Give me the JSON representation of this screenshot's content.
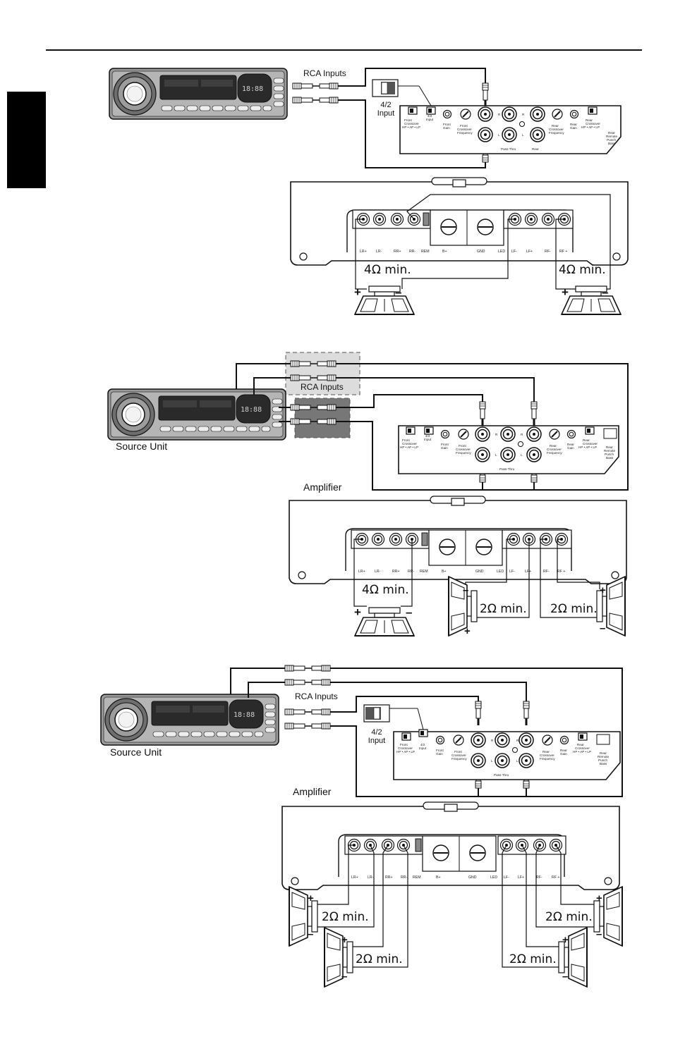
{
  "labels": {
    "rca_inputs": "RCA Inputs",
    "input_42_line1": "4/2",
    "input_42_line2": "Input",
    "source_unit": "Source Unit",
    "amplifier": "Amplifier",
    "min_4ohm": "4Ω min.",
    "min_2ohm": "2Ω min."
  },
  "amp_panel": {
    "front_crossover": [
      "Front",
      "Crossover",
      "HP • AP • LP"
    ],
    "input_switch": [
      "4/2",
      "Input"
    ],
    "front_gain": [
      "Front",
      "Gain"
    ],
    "front_crossover_freq": [
      "Front",
      "Crossover",
      "Frequency"
    ],
    "rear_crossover_freq": [
      "Rear",
      "Crossover",
      "Frequency"
    ],
    "rear_gain": [
      "Rear",
      "Gain"
    ],
    "rear_crossover": [
      "Rear",
      "Crossover",
      "HP • AP • LP"
    ],
    "remote_punch": [
      "Rear",
      "Remote",
      "Punch",
      "Bass"
    ],
    "pass_thru": "Pass-Thru",
    "rear": "Rear",
    "r": "R",
    "l": "L"
  },
  "terminals": [
    "LR+",
    "LR-",
    "RR+",
    "RR-",
    "REM",
    "B+",
    "GND",
    "LED",
    "LF-",
    "LF+",
    "RF-",
    "RF +"
  ],
  "polarity": {
    "plus": "+",
    "minus": "–"
  },
  "diagrams": [
    {
      "id": "bridged-4ch",
      "speakers": 2,
      "impedance": "4Ω min."
    },
    {
      "id": "three-channel",
      "speakers": 3,
      "impedance": [
        "4Ω min.",
        "2Ω min.",
        "2Ω min."
      ]
    },
    {
      "id": "four-channel",
      "speakers": 4,
      "impedance": "2Ω min."
    }
  ],
  "colors": {
    "ink": "#111111",
    "panel": "#8a8a8a",
    "display": "#2a2a2a",
    "thumb_tab": "#000000",
    "rca_box": "#dcdcdc",
    "rca_box_dark": "#777777"
  }
}
